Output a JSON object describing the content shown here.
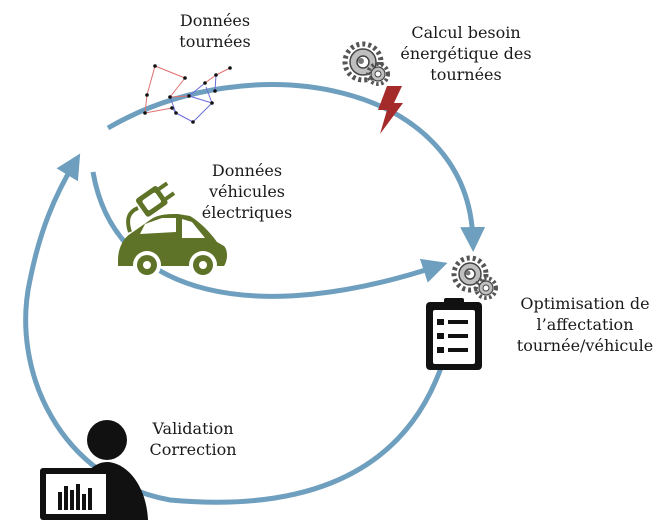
{
  "labels": {
    "tours_data": [
      "Données",
      "tournées"
    ],
    "energy_calc": [
      "Calcul besoin",
      "énergétique des",
      "tournées"
    ],
    "ev_data": [
      "Données",
      "véhicules",
      "électriques"
    ],
    "optimisation": [
      "Optimisation de",
      "l’affectation",
      "tournée/véhicule"
    ],
    "validation": [
      "Validation",
      "Correction"
    ]
  },
  "colors": {
    "arrow": "#6f9fbf",
    "car": "#5e7327",
    "lightning": "#a52a2a",
    "dark": "#111111",
    "graph_red": "#e07070",
    "graph_blue": "#6b6bdb"
  },
  "icons": [
    "route-graph-icon",
    "gears-icon",
    "lightning-icon",
    "ev-car-plug-icon",
    "clipboard-icon",
    "user-computer-icon"
  ]
}
